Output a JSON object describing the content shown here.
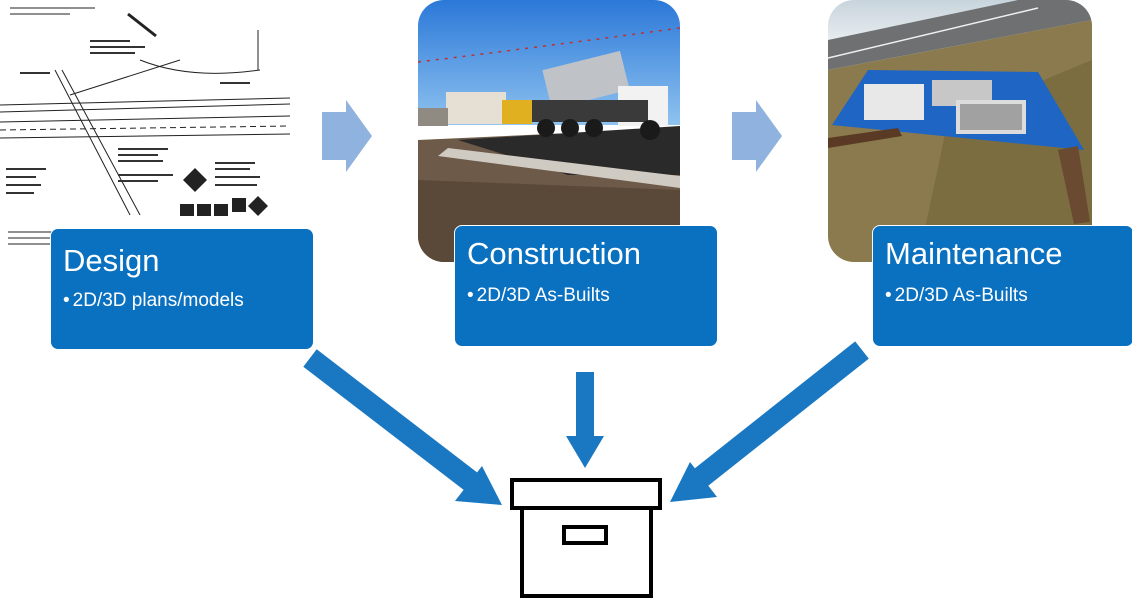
{
  "stages": [
    {
      "title": "Design",
      "bullet": "2D/3D plans/models"
    },
    {
      "title": "Construction",
      "bullet": "2D/3D As-Builts"
    },
    {
      "title": "Maintenance",
      "bullet": "2D/3D As-Builts"
    }
  ],
  "bullet_glyph": "•",
  "colors": {
    "box_fill": "#0a70c0",
    "flow_arrow": "#8fb3de",
    "down_arrow": "#1a78c2",
    "archive_stroke": "#000000"
  },
  "icons": [
    "archive-box-icon",
    "arrow-right-icon",
    "arrow-down-icon"
  ]
}
